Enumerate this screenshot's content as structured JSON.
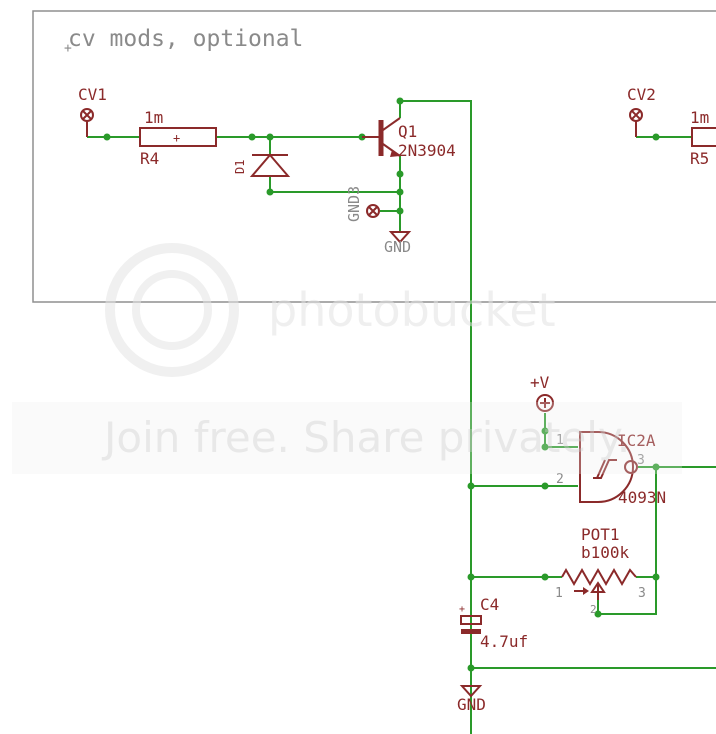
{
  "frame": {
    "title": "cv mods, optional"
  },
  "connectors": [
    {
      "id": "cv1",
      "label": "CV1"
    },
    {
      "id": "cv2",
      "label": "CV2"
    },
    {
      "id": "gnd3",
      "label": "GND3"
    }
  ],
  "resistors": {
    "r4": {
      "name": "R4",
      "value": "1m"
    },
    "r5": {
      "name": "R5",
      "value": "1m"
    }
  },
  "diode": {
    "name": "D1"
  },
  "transistor": {
    "name": "Q1",
    "part": "2N3904"
  },
  "supplies": {
    "gnd": "GND",
    "vplus": "+V"
  },
  "gate": {
    "name": "IC2A",
    "part": "4093N",
    "pin1": "1",
    "pin2": "2",
    "pin3": "3"
  },
  "pot": {
    "name": "POT1",
    "value": "b100k",
    "pin1": "1",
    "pin2": "2",
    "pin3": "3"
  },
  "capacitor": {
    "name": "C4",
    "value": "4.7uf",
    "polarity": "+"
  },
  "watermark": {
    "brand": "photobucket",
    "slogan": "Join free. Share privately."
  },
  "colors": {
    "component": "#8b2a2a",
    "wire": "#2a9a2a",
    "frame": "#8f8f8f"
  }
}
